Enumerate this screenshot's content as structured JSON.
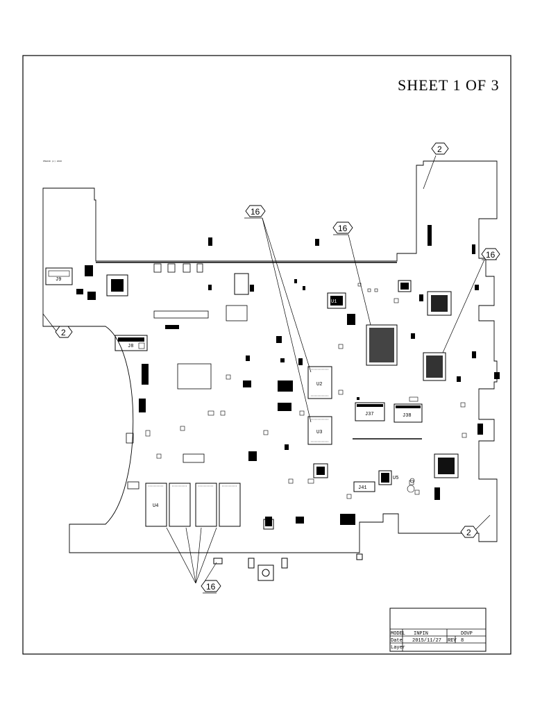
{
  "sheet": {
    "title": "SHEET 1 OF 3",
    "fine_print": "K5E440 (c) 2016"
  },
  "callouts": {
    "c2_top_right": "2",
    "c2_left": "2",
    "c2_bottom_right": "2",
    "c16_upper_left": "16",
    "c16_center": "16",
    "c16_right": "16",
    "c16_bottom": "16"
  },
  "refdes": {
    "j9": "J9",
    "j8": "J8",
    "j37": "J37",
    "j38": "J38",
    "u1": "U1",
    "u2": "U2",
    "u3": "U3",
    "u4": "U4",
    "j41": "J41",
    "u5": "U5"
  },
  "title_block": {
    "model_label": "MODEL",
    "model_value": "INPIN",
    "code_value": "DOVP",
    "date_label": "Date",
    "date_value": "2015/11/27",
    "rev_label": "REV",
    "rev_value": "8",
    "layer_label": "Layer",
    "layer_value": ""
  }
}
